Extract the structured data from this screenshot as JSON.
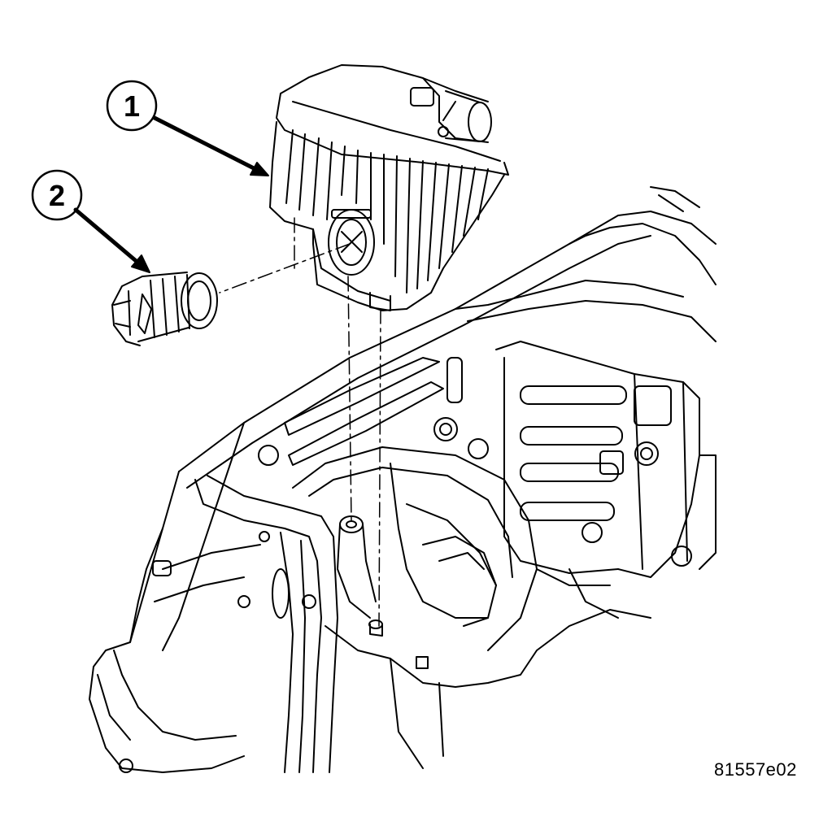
{
  "diagram": {
    "callouts": [
      {
        "id": "1",
        "label": "1",
        "part": "air-cleaner-housing"
      },
      {
        "id": "2",
        "label": "2",
        "part": "resonator-duct"
      }
    ],
    "figure_id": "81557e02",
    "line_color": "#000000",
    "background": "#ffffff"
  }
}
